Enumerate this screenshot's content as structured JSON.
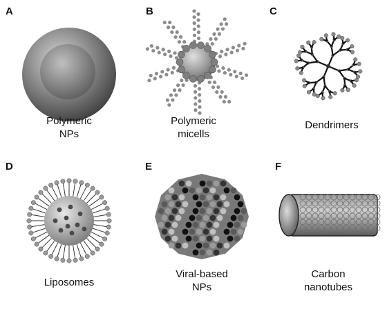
{
  "panels": [
    {
      "letter": "A",
      "caption": [
        "Polymeric",
        "NPs"
      ]
    },
    {
      "letter": "B",
      "caption": [
        "Polymeric",
        "micells"
      ]
    },
    {
      "letter": "C",
      "caption": [
        "Dendrimers"
      ]
    },
    {
      "letter": "D",
      "caption": [
        "Liposomes"
      ]
    },
    {
      "letter": "E",
      "caption": [
        "Viral-based",
        "NPs"
      ]
    },
    {
      "letter": "F",
      "caption": [
        "Carbon",
        "nanotubes"
      ]
    }
  ],
  "colors": {
    "dark_gray": "#3a3a3a",
    "mid_gray": "#8c8c8c",
    "light_gray": "#c8c8c8"
  }
}
